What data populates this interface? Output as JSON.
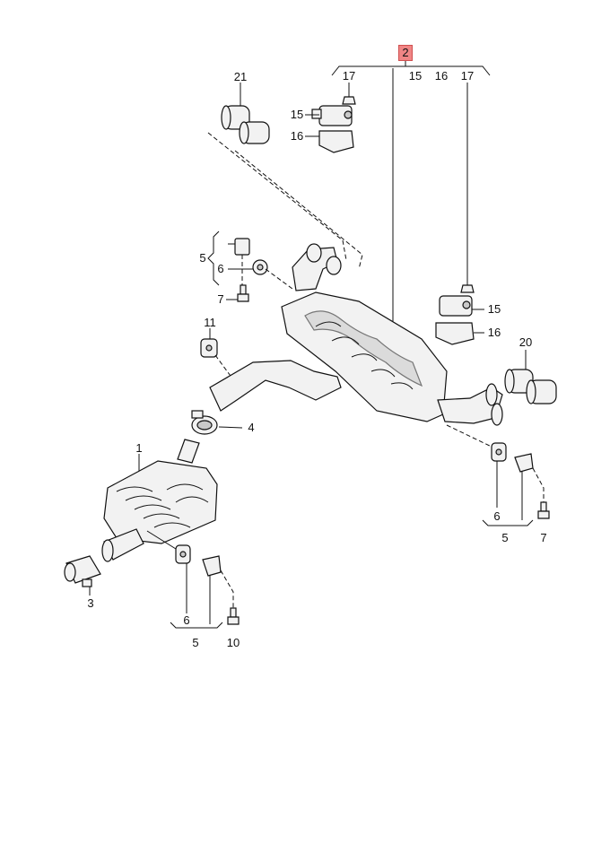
{
  "callouts": {
    "c2": "2",
    "c15_top": "15",
    "c16_top": "16",
    "c17_top_left": "17",
    "c17_top_right": "17",
    "c15_a": "15",
    "c16_a": "16",
    "c21": "21",
    "c5_a": "5",
    "c6_a": "6",
    "c7_a": "7",
    "c11": "11",
    "c15_b": "15",
    "c16_b": "16",
    "c20": "20",
    "c4": "4",
    "c1": "1",
    "c3": "3",
    "c6_b": "6",
    "c5_b": "5",
    "c10": "10",
    "c6_c": "6",
    "c5_c": "5",
    "c7_c": "7"
  },
  "colors": {
    "highlight": "#f08585",
    "line": "#111111",
    "part_fill": "#f2f2f2",
    "shade": "#c9c9c9"
  }
}
